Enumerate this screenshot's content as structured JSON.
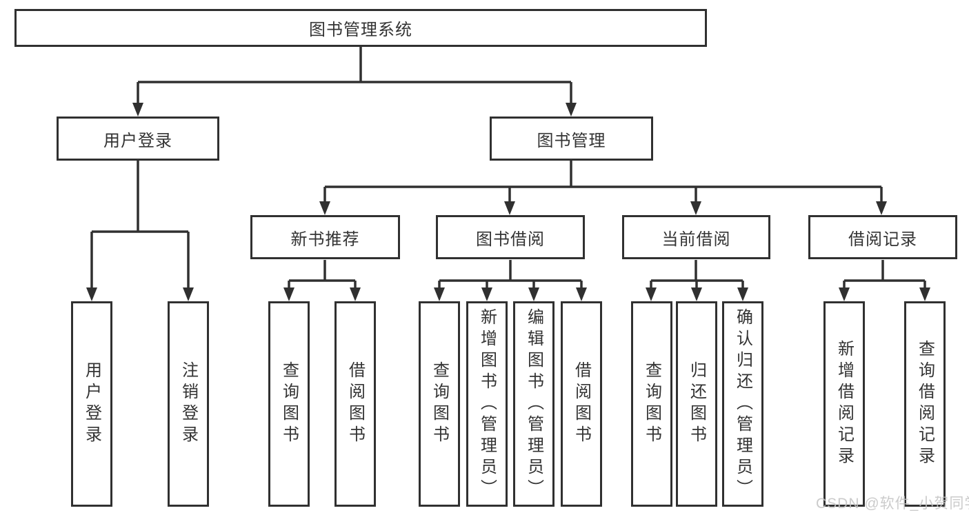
{
  "diagram": {
    "root": {
      "label": "图书管理系统"
    },
    "level2": [
      {
        "label": "用户登录"
      },
      {
        "label": "图书管理"
      }
    ],
    "level3": [
      {
        "label": "新书推荐"
      },
      {
        "label": "图书借阅"
      },
      {
        "label": "当前借阅"
      },
      {
        "label": "借阅记录"
      }
    ],
    "login_children": [
      {
        "label": "用户登录"
      },
      {
        "label": "注销登录"
      }
    ],
    "recommend_children": [
      {
        "label": "查询图书"
      },
      {
        "label": "借阅图书"
      }
    ],
    "borrow_children": [
      {
        "label": "查询图书"
      },
      {
        "label": "新增图书（管理员）"
      },
      {
        "label": "编辑图书（管理员）"
      },
      {
        "label": "借阅图书"
      }
    ],
    "current_children": [
      {
        "label": "查询图书"
      },
      {
        "label": "归还图书"
      },
      {
        "label": "确认归还（管理员）"
      }
    ],
    "record_children": [
      {
        "label": "新增借阅记录"
      },
      {
        "label": "查询借阅记录"
      }
    ]
  },
  "watermark": {
    "text": "CSDN @软件_小贺同学"
  },
  "colors": {
    "line": "#303030",
    "box_border": "#303030",
    "text": "#333333",
    "background": "#ffffff",
    "watermark": "#c4c4c4"
  }
}
